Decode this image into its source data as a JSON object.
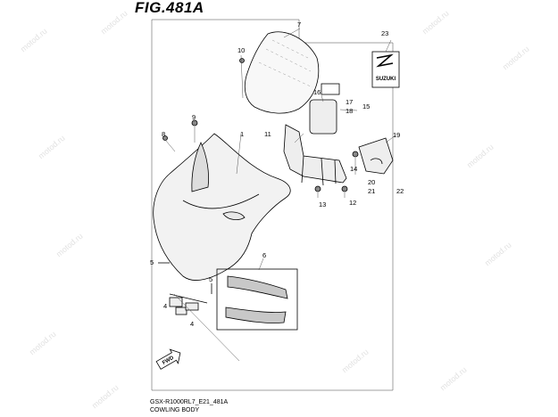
{
  "figure_title": "FIG.481A",
  "caption_model": "GSX-R1000RL7_E21_481A",
  "caption_name": "COWLING BODY",
  "brand_label": "SUZUKI",
  "fwd_label": "FWD",
  "watermark_text": "motod.ru",
  "callouts": [
    "1",
    "4",
    "4",
    "5",
    "5",
    "6",
    "7",
    "8",
    "9",
    "10",
    "11",
    "12",
    "13",
    "14",
    "15",
    "16",
    "17",
    "18",
    "19",
    "20",
    "21",
    "22",
    "23"
  ]
}
